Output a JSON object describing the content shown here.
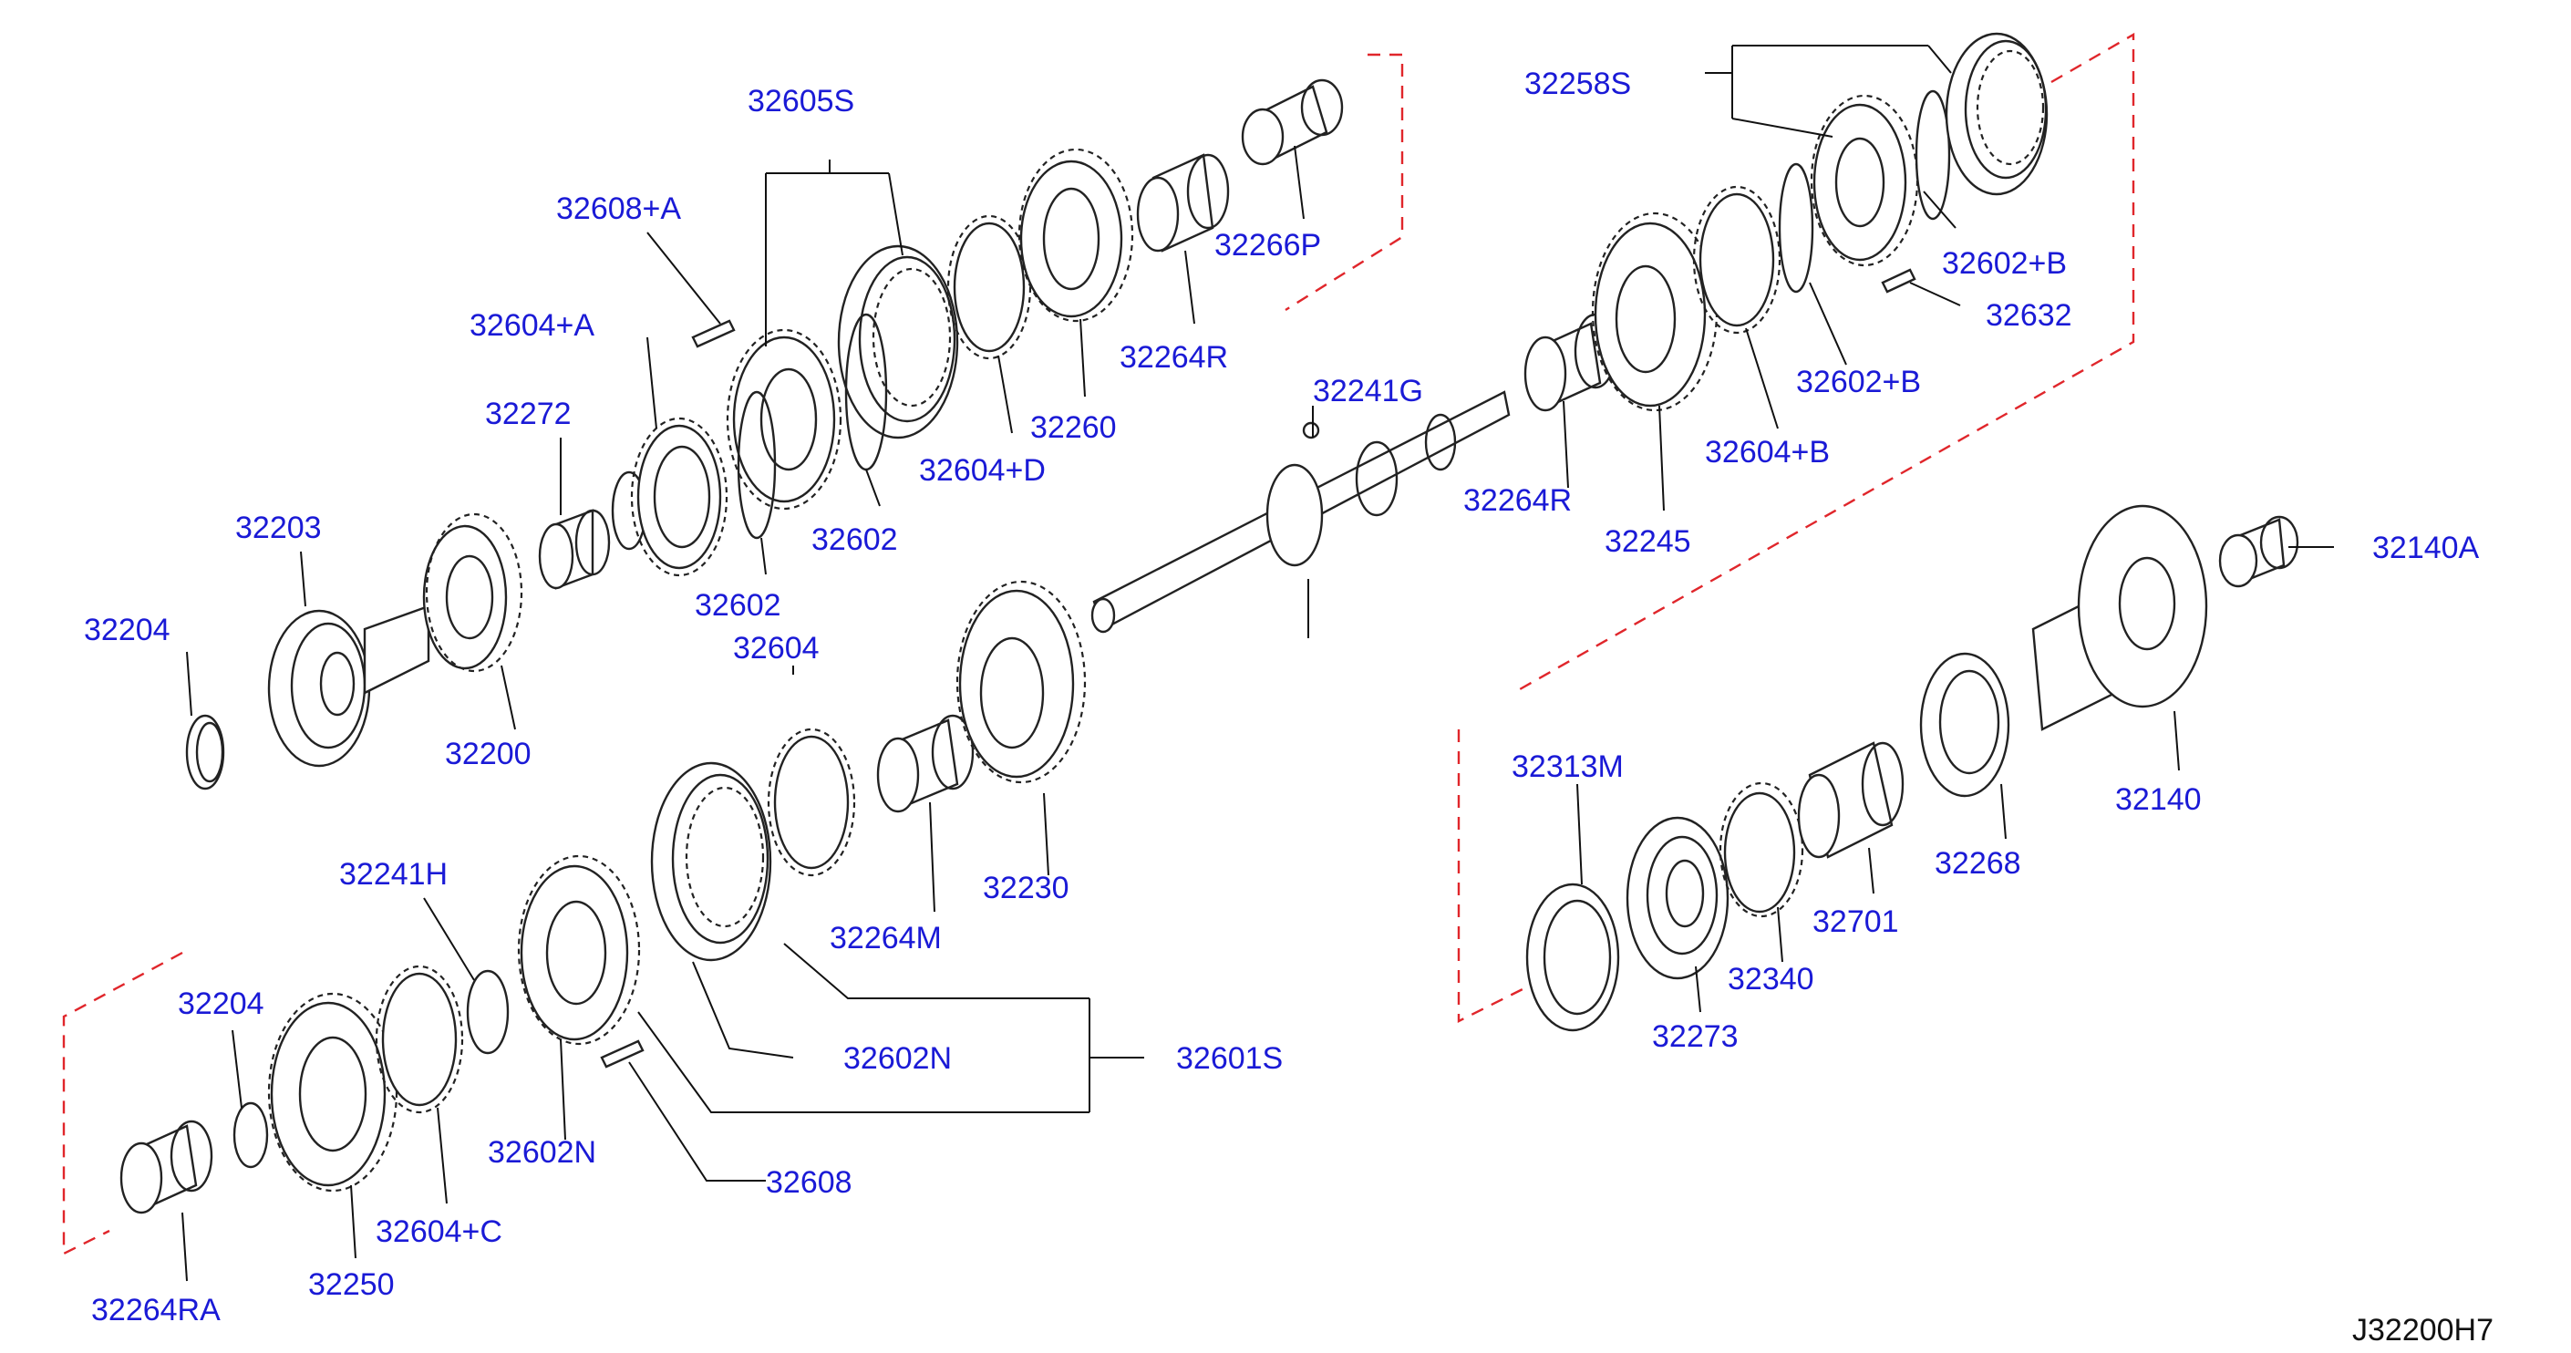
{
  "diagram_code": "J32200H7",
  "labels": {
    "l32605S": "32605S",
    "l32608A": "32608+A",
    "l32604A": "32604+A",
    "l32272": "32272",
    "l32203": "32203",
    "l32204a": "32204",
    "l32200": "32200",
    "l32602a": "32602",
    "l32602b": "32602",
    "l32604": "32604",
    "l32604D": "32604+D",
    "l32260": "32260",
    "l32264Ra": "32264R",
    "l32266P": "32266P",
    "l32258S": "32258S",
    "l32602Ba": "32602+B",
    "l32632": "32632",
    "l32602Bb": "32602+B",
    "l32604B": "32604+B",
    "l32241G": "32241G",
    "l32264Rb": "32264R",
    "l32245": "32245",
    "l32140A": "32140A",
    "l32140": "32140",
    "l32268": "32268",
    "l32701": "32701",
    "l32340": "32340",
    "l32273": "32273",
    "l32313M": "32313M",
    "l32230": "32230",
    "l32264M": "32264M",
    "l32241H": "32241H",
    "l32204b": "32204",
    "l32602Na": "32602N",
    "l32601S": "32601S",
    "l32602Nb": "32602N",
    "l32608": "32608",
    "l32604C": "32604+C",
    "l32250": "32250",
    "l32264RA": "32264RA"
  }
}
